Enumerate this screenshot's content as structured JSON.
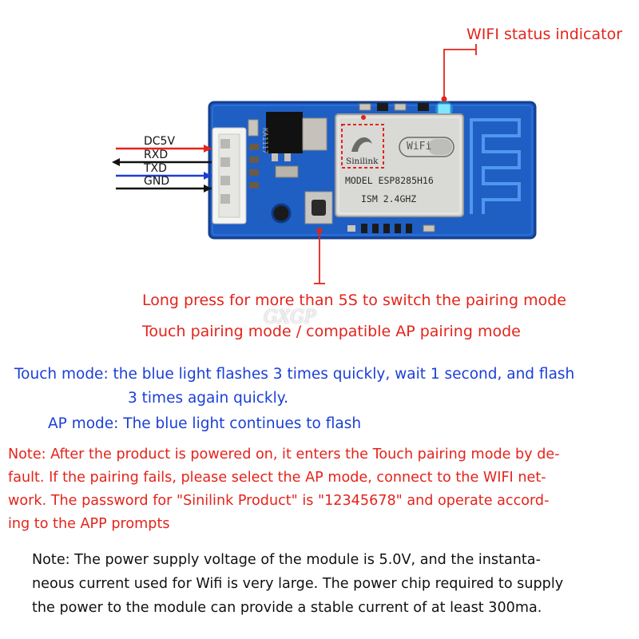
{
  "labels": {
    "wifi_status": "WIFI status indicator",
    "long_press": "Long press for more than 5S to switch the pairing mode",
    "pairing_modes": "Touch pairing mode / compatible AP pairing mode"
  },
  "pins": [
    "DC5V",
    "RXD",
    "TXD",
    "GND"
  ],
  "chip": {
    "brand": "Sinilink",
    "wifi_logo": "WiFi",
    "model_line": "MODEL   ESP8285H16",
    "ism_line": "ISM   2.4GHZ"
  },
  "regulator_marking": "KA1117",
  "watermark": "GXGP",
  "touch_mode_line1": "Touch mode: the blue light flashes 3 times quickly, wait 1 second, and flash",
  "touch_mode_line2": "3  times again quickly.",
  "ap_mode": "AP mode: The blue light continues to flash",
  "note_red": [
    "Note: After the product is powered on, it enters the Touch pairing mode by de-",
    "fault. If the pairing fails, please select the AP mode, connect to the WIFI net-",
    "work. The password for \"Sinilink Product\" is \"12345678\" and operate accord-",
    "ing to the APP prompts"
  ],
  "note_black": [
    "Note: The power supply voltage of the module is 5.0V, and the instanta-",
    "neous current used for Wifi is very large. The power chip required to supply",
    "the power to the module can provide a stable current of at least 300ma."
  ],
  "colors": {
    "pcb": "#1f5fc4",
    "pcb_edge": "#163f8e",
    "annotation_red": "#e3241b",
    "text_blue": "#1b3fd6",
    "led": "#3fd7ff",
    "wire_red": "#e3241b",
    "wire_blue": "#1b3fd6",
    "wire_black": "#111111"
  },
  "icons": [
    "wifi-antenna-icon",
    "arrow-right-icon",
    "arrow-left-icon"
  ]
}
